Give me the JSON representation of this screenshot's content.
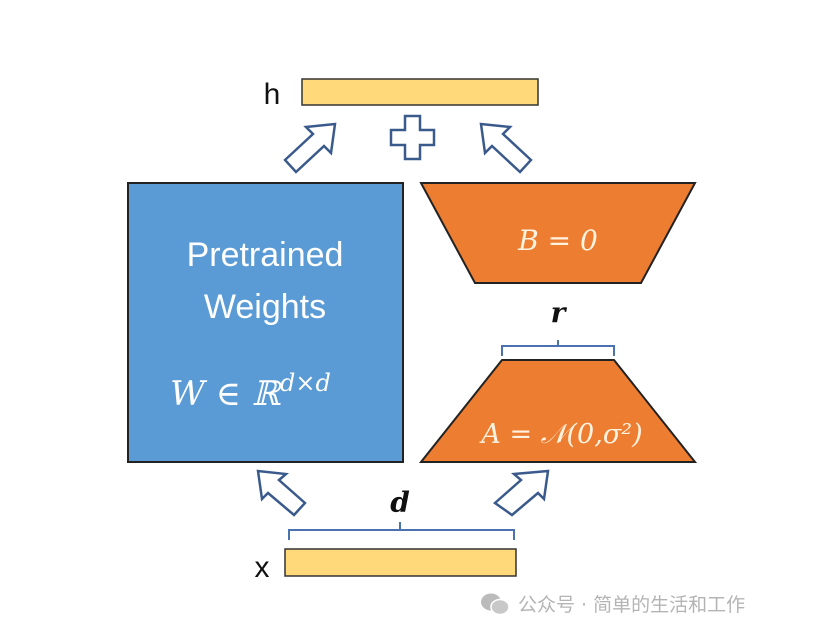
{
  "labels": {
    "h": "h",
    "x": "x",
    "pretrained_line1": "Pretrained",
    "pretrained_line2": "Weights",
    "w_formula": "W ∈ ℝ",
    "w_superscript": "d×d",
    "b_formula": "B = 0",
    "a_formula": "A = 𝒩(0,σ²)",
    "r": "r",
    "d": "d"
  },
  "watermark": {
    "icon": "wechat-icon",
    "text": "公众号 · 简单的生活和工作"
  },
  "colors": {
    "bar": "#ffd97a",
    "weights": "#5b9bd5",
    "lora": "#ed7d31",
    "brace": "#4a72b0"
  }
}
